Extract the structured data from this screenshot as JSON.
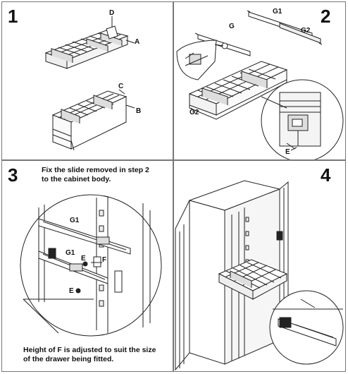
{
  "steps": [
    {
      "number": "1",
      "labels": {
        "d": "D",
        "a": "A",
        "c": "C",
        "b": "B"
      }
    },
    {
      "number": "2",
      "labels": {
        "g1": "G1",
        "g2": "G2",
        "g": "G",
        "g2b": "G2",
        "e": "E"
      }
    },
    {
      "number": "3",
      "instruction": [
        "Fix the slide removed in step 2",
        "to the cabinet body."
      ],
      "labels": {
        "g1a": "G1",
        "g1b": "G1",
        "e1": "E",
        "f": "F",
        "e2": "E"
      },
      "note": [
        "Height of F is adjusted to suit the size",
        "of the drawer being fitted."
      ]
    },
    {
      "number": "4"
    }
  ]
}
